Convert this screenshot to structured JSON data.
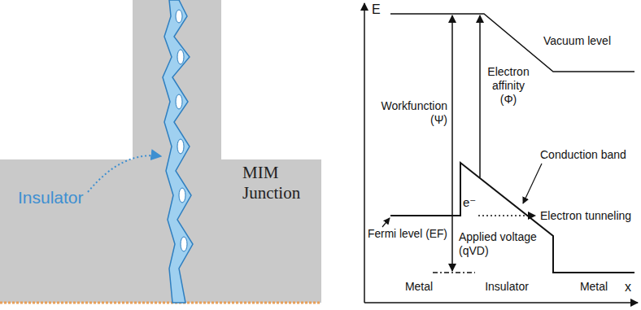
{
  "diagram": {
    "labels": [
      "Insulator",
      "MIM Junction",
      "E",
      "Workfunction (Ψ)",
      "Electron affinity (Φ)",
      "Vacuum level",
      "Conduction band",
      "e⁻",
      "Electron tunneling",
      "Fermi level (EF)",
      "Applied voltage (qVD)",
      "Metal",
      "Insulator",
      "Metal",
      "x"
    ]
  }
}
